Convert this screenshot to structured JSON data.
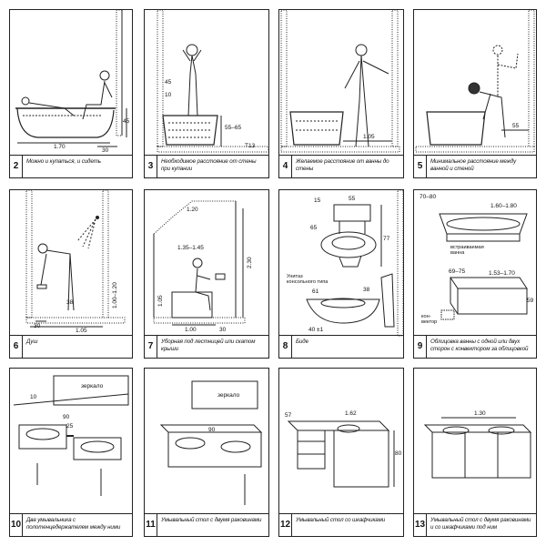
{
  "panels": [
    {
      "num": "2",
      "caption": "Можно и купаться, и сидеть",
      "dims": [
        "1.70",
        "30",
        "45"
      ]
    },
    {
      "num": "3",
      "caption": "Необходимое расстояние от стены при купании",
      "dims": [
        "45",
        "10",
        "55–65",
        "T13"
      ]
    },
    {
      "num": "4",
      "caption": "Желаемое расстояние от ванны до стены",
      "dims": [
        "1.05"
      ]
    },
    {
      "num": "5",
      "caption": "Минимальное расстояние между ванной и стеной",
      "dims": [
        "55"
      ]
    },
    {
      "num": "6",
      "caption": "Душ",
      "dims": [
        "38",
        "1.00–1.20",
        "30",
        "1.05"
      ]
    },
    {
      "num": "7",
      "caption": "Уборная под лестницей или скатом крыши",
      "dims": [
        "1.20",
        "1.35–1.45",
        "2.30",
        "1.05",
        "1.00",
        "30"
      ]
    },
    {
      "num": "8",
      "caption": "Биде",
      "dims": [
        "15",
        "55",
        "65",
        "77",
        "Унитаз консольного типа",
        "61",
        "38",
        "40 ±1"
      ]
    },
    {
      "num": "9",
      "caption": "Облицовка ванны с одной или двух сторон с конвектором за облицовкой",
      "dims": [
        "70–80",
        "1.60–1.80",
        "встраиваемая ванна",
        "69–75",
        "1.53–1.70",
        "59",
        "кон- вектор"
      ]
    },
    {
      "num": "10",
      "caption": "Два умывальника с полотенцедержателем между ними",
      "dims": [
        "зеркало",
        "10",
        "90",
        "25"
      ]
    },
    {
      "num": "11",
      "caption": "Умывальный стол с двумя раковинами",
      "dims": [
        "зеркало",
        "90"
      ]
    },
    {
      "num": "12",
      "caption": "Умывальный стол со шкафчиками",
      "dims": [
        "57",
        "1.62",
        "80"
      ]
    },
    {
      "num": "13",
      "caption": "Умывальный стол с двумя раковинами и со шкафчиками под ним",
      "dims": [
        "1.30"
      ]
    }
  ]
}
